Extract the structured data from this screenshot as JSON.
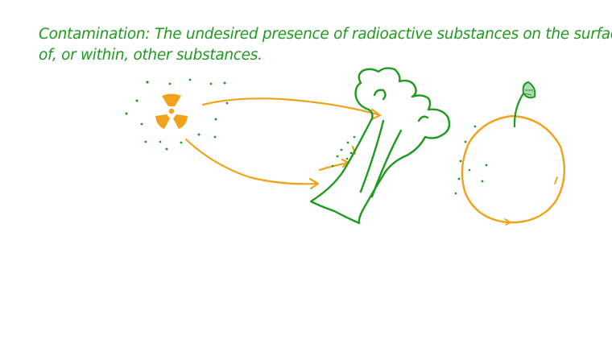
{
  "definition": {
    "line1": "Contamination: The undesired presence of radioactive substances on the surface",
    "line2": "of, or within, other substances."
  },
  "colors": {
    "green": "#1f9a1f",
    "orange": "#f0a21a",
    "background": "#ffffff"
  },
  "icons": {
    "radioactive_box": "radiation-trefoil-cube",
    "broccoli": "broccoli",
    "orange_fruit": "orange-with-leaf"
  }
}
